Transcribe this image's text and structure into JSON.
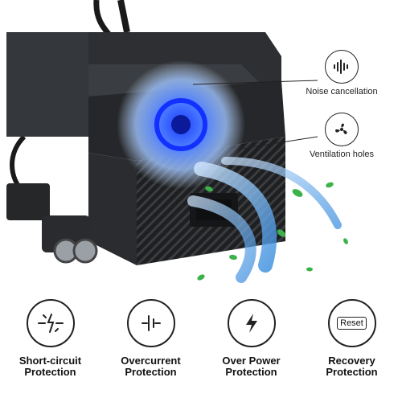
{
  "callouts": {
    "noise": {
      "label": "Noise cancellation",
      "icon": "sound-wave-icon"
    },
    "vent": {
      "label": "Ventilation holes",
      "icon": "fan-icon"
    }
  },
  "features": [
    {
      "line1": "Short-circuit",
      "line2": "Protection",
      "icon": "short-circuit-icon"
    },
    {
      "line1": "Overcurrent",
      "line2": "Protection",
      "icon": "overcurrent-icon"
    },
    {
      "line1": "Over Power",
      "line2": "Protection",
      "icon": "lightning-bolt-icon"
    },
    {
      "line1": "Recovery",
      "line2": "Protection",
      "icon": "reset-icon",
      "badge": "Reset"
    }
  ],
  "colors": {
    "device": "#2b2d30",
    "device_dark": "#1c1d1f",
    "fan_glow": "#3b6fff",
    "airflow": "#5aa8e8",
    "leaf": "#3cb34a"
  }
}
